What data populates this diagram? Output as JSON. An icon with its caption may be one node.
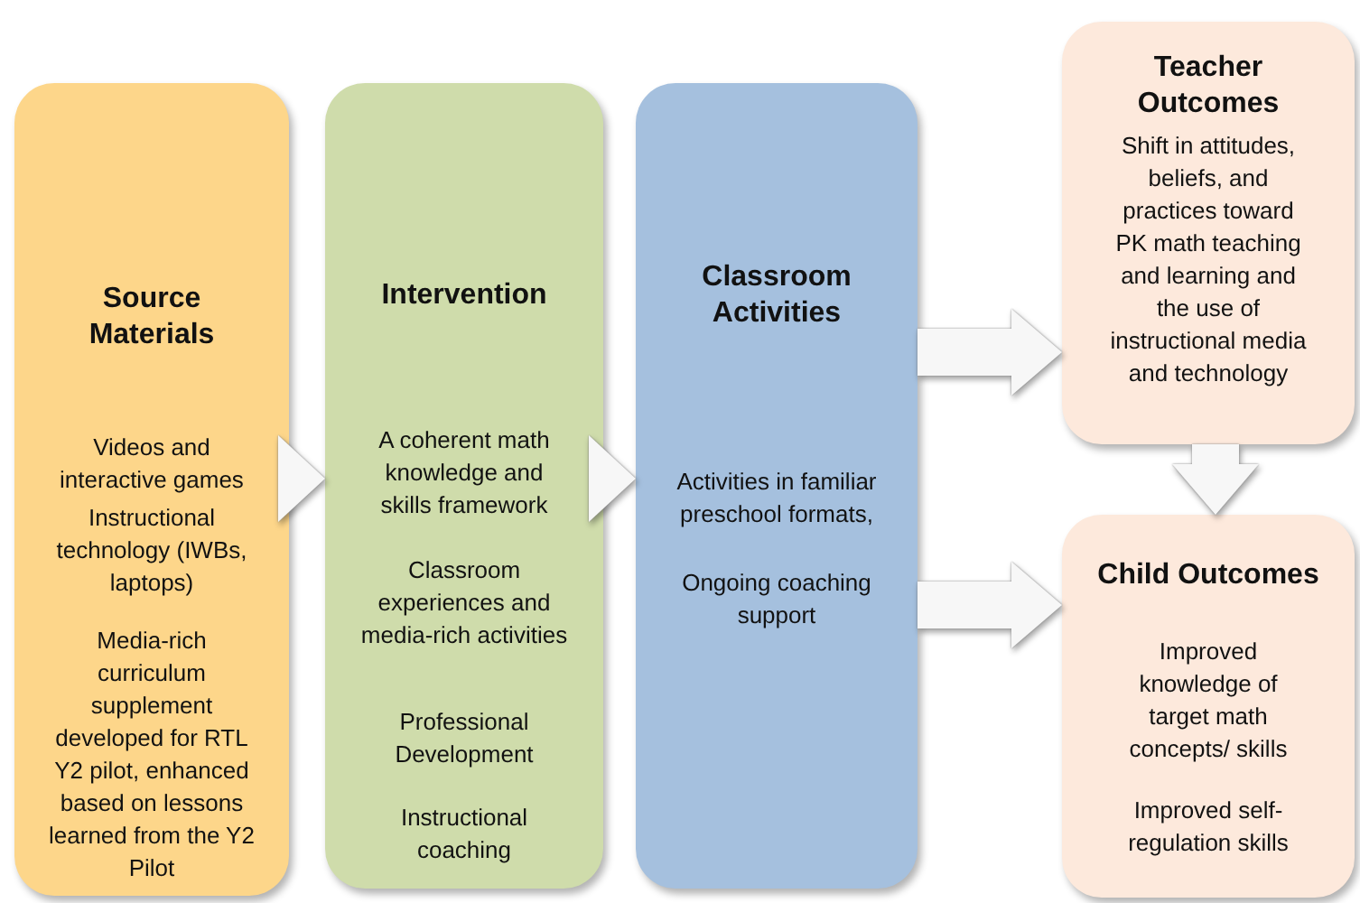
{
  "diagram": {
    "nodes": [
      {
        "text": [
          "Source Materials",
          "Videos and interactive games",
          "Instructional technology (IWBs, laptops)",
          "Media-rich curriculum supplement developed for RTL Y2 pilot, enhanced based on lessons learned from the Y2 Pilot"
        ]
      },
      {
        "text": [
          "Intervention",
          "A coherent math knowledge and skills framework",
          "Classroom experiences and media-rich activities",
          "Professional Development",
          "Instructional coaching"
        ]
      },
      {
        "text": [
          "Classroom Activities",
          "Activities in familiar preschool  formats,",
          "Ongoing coaching support"
        ]
      },
      {
        "text": [
          "Teacher Outcomes",
          "Shift in attitudes, beliefs, and practices toward PK math teaching and learning and the use of instructional media and technology"
        ]
      },
      {
        "text": [
          "Child Outcomes",
          "Improved knowledge of target math concepts/ skills",
          "Improved self-regulation skills"
        ]
      }
    ],
    "edges": [
      {
        "from": 0,
        "to": 1,
        "arrow": "to"
      },
      {
        "from": 1,
        "to": 2,
        "arrow": "to"
      },
      {
        "from": 2,
        "to": 3,
        "arrow": "to"
      },
      {
        "from": 2,
        "to": 4,
        "arrow": "to"
      },
      {
        "from": 3,
        "to": 4,
        "arrow": "to"
      }
    ]
  }
}
